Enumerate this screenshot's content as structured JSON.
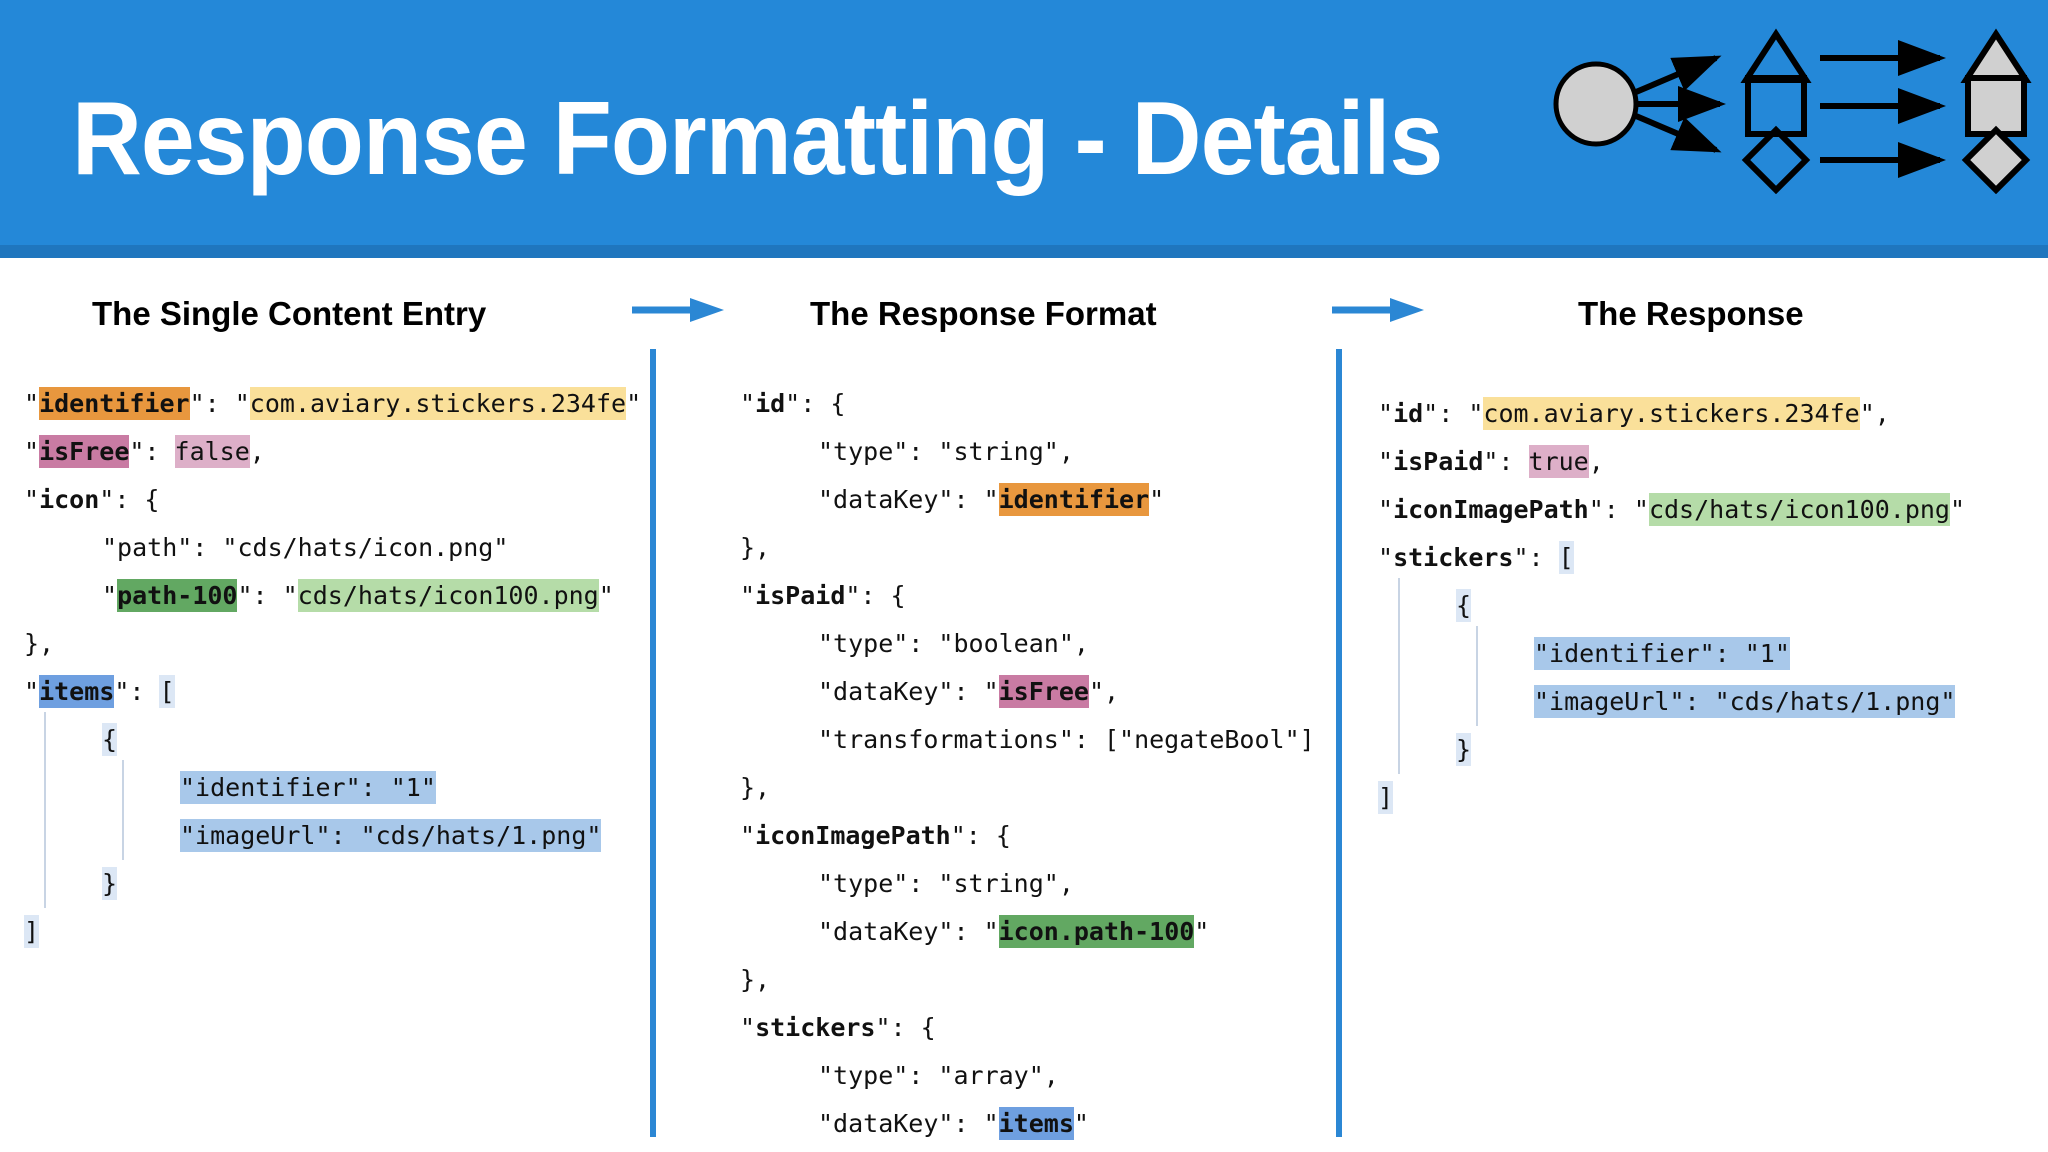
{
  "header": {
    "title": "Response Formatting - Details",
    "band_color": "#2488D8",
    "band_under_color": "#1F76BE",
    "diagram": {
      "name": "fan-out-transform-diagram",
      "source_node": "circle",
      "middle_nodes": [
        "triangle-outline",
        "square-outline",
        "diamond-outline"
      ],
      "result_nodes": [
        "triangle-filled",
        "square-filled",
        "diamond-filled"
      ],
      "node_fill": "#D0D0D0",
      "stroke": "#000000"
    }
  },
  "connectors": {
    "arrow_color": "#2B87D4",
    "arrow_1": "arrow-right",
    "arrow_2": "arrow-right"
  },
  "divider_color": "#2B87D4",
  "columns": [
    {
      "id": "single-content-entry",
      "heading": "The Single Content Entry",
      "lines": [
        {
          "indent": 0,
          "parts": [
            {
              "t": "\"",
              "hl": null
            },
            {
              "t": "identifier",
              "hl": "orange-key",
              "bold": true
            },
            {
              "t": "\": \"",
              "hl": null
            },
            {
              "t": "com.aviary.stickers.234fe",
              "hl": "orange-val"
            },
            {
              "t": "\"",
              "hl": null
            }
          ]
        },
        {
          "indent": 0,
          "parts": [
            {
              "t": "\"",
              "hl": null
            },
            {
              "t": "isFree",
              "hl": "pink-key",
              "bold": true
            },
            {
              "t": "\": ",
              "hl": null
            },
            {
              "t": "false",
              "hl": "pink-val"
            },
            {
              "t": ",",
              "hl": null
            }
          ]
        },
        {
          "indent": 0,
          "parts": [
            {
              "t": "\"",
              "hl": null
            },
            {
              "t": "icon",
              "hl": null,
              "bold": true
            },
            {
              "t": "\": {",
              "hl": null
            }
          ]
        },
        {
          "indent": 1,
          "parts": [
            {
              "t": "\"path\": \"cds/hats/icon.png\"",
              "hl": null
            }
          ]
        },
        {
          "indent": 1,
          "parts": [
            {
              "t": "\"",
              "hl": null
            },
            {
              "t": "path-100",
              "hl": "green-key",
              "bold": true
            },
            {
              "t": "\": \"",
              "hl": null
            },
            {
              "t": "cds/hats/icon100.png",
              "hl": "green-val"
            },
            {
              "t": "\"",
              "hl": null
            }
          ]
        },
        {
          "indent": 0,
          "parts": [
            {
              "t": "},",
              "hl": null
            }
          ]
        },
        {
          "indent": 0,
          "parts": [
            {
              "t": "\"",
              "hl": null
            },
            {
              "t": "items",
              "hl": "blue-key",
              "bold": true
            },
            {
              "t": "\": ",
              "hl": null
            },
            {
              "t": "[",
              "hl": "blue-faint"
            }
          ]
        },
        {
          "indent": 1,
          "guides": [
            1
          ],
          "parts": [
            {
              "t": "{",
              "hl": "blue-faint"
            }
          ]
        },
        {
          "indent": 2,
          "guides": [
            1,
            2
          ],
          "parts": [
            {
              "t": "\"identifier\": \"1\"",
              "hl": "blue-block"
            }
          ]
        },
        {
          "indent": 2,
          "guides": [
            1,
            2
          ],
          "parts": [
            {
              "t": "\"imageUrl\": \"cds/hats/1.png\"",
              "hl": "blue-block"
            }
          ]
        },
        {
          "indent": 1,
          "guides": [
            1
          ],
          "parts": [
            {
              "t": "}",
              "hl": "blue-faint"
            }
          ]
        },
        {
          "indent": 0,
          "parts": [
            {
              "t": "]",
              "hl": "blue-faint"
            }
          ]
        }
      ]
    },
    {
      "id": "response-format",
      "heading": "The Response Format",
      "lines": [
        {
          "indent": 0,
          "parts": [
            {
              "t": "\"",
              "hl": null
            },
            {
              "t": "id",
              "hl": null,
              "bold": true
            },
            {
              "t": "\": {",
              "hl": null
            }
          ]
        },
        {
          "indent": 1,
          "parts": [
            {
              "t": "\"type\": \"string\",",
              "hl": null
            }
          ]
        },
        {
          "indent": 1,
          "parts": [
            {
              "t": "\"dataKey\": \"",
              "hl": null
            },
            {
              "t": "identifier",
              "hl": "orange-key",
              "bold": true
            },
            {
              "t": "\"",
              "hl": null
            }
          ]
        },
        {
          "indent": 0,
          "parts": [
            {
              "t": "},",
              "hl": null
            }
          ]
        },
        {
          "indent": 0,
          "parts": [
            {
              "t": "\"",
              "hl": null
            },
            {
              "t": "isPaid",
              "hl": null,
              "bold": true
            },
            {
              "t": "\": {",
              "hl": null
            }
          ]
        },
        {
          "indent": 1,
          "parts": [
            {
              "t": "\"type\": \"boolean\",",
              "hl": null
            }
          ]
        },
        {
          "indent": 1,
          "parts": [
            {
              "t": "\"dataKey\": \"",
              "hl": null
            },
            {
              "t": "isFree",
              "hl": "pink-key",
              "bold": true
            },
            {
              "t": "\",",
              "hl": null
            }
          ]
        },
        {
          "indent": 1,
          "parts": [
            {
              "t": "\"transformations\": [\"negateBool\"]",
              "hl": null
            }
          ]
        },
        {
          "indent": 0,
          "parts": [
            {
              "t": "},",
              "hl": null
            }
          ]
        },
        {
          "indent": 0,
          "parts": [
            {
              "t": "\"",
              "hl": null
            },
            {
              "t": "iconImagePath",
              "hl": null,
              "bold": true
            },
            {
              "t": "\": {",
              "hl": null
            }
          ]
        },
        {
          "indent": 1,
          "parts": [
            {
              "t": "\"type\": \"string\",",
              "hl": null
            }
          ]
        },
        {
          "indent": 1,
          "parts": [
            {
              "t": "\"dataKey\": \"",
              "hl": null
            },
            {
              "t": "icon.path-100",
              "hl": "green-key",
              "bold": true
            },
            {
              "t": "\"",
              "hl": null
            }
          ]
        },
        {
          "indent": 0,
          "parts": [
            {
              "t": "},",
              "hl": null
            }
          ]
        },
        {
          "indent": 0,
          "parts": [
            {
              "t": "\"",
              "hl": null
            },
            {
              "t": "stickers",
              "hl": null,
              "bold": true
            },
            {
              "t": "\": {",
              "hl": null
            }
          ]
        },
        {
          "indent": 1,
          "parts": [
            {
              "t": "\"type\": \"array\",",
              "hl": null
            }
          ]
        },
        {
          "indent": 1,
          "parts": [
            {
              "t": "\"dataKey\": \"",
              "hl": null
            },
            {
              "t": "items",
              "hl": "blue-key",
              "bold": true
            },
            {
              "t": "\"",
              "hl": null
            }
          ]
        }
      ]
    },
    {
      "id": "response",
      "heading": "The Response",
      "lines": [
        {
          "indent": 0,
          "parts": [
            {
              "t": "\"",
              "hl": null
            },
            {
              "t": "id",
              "hl": null,
              "bold": true
            },
            {
              "t": "\": \"",
              "hl": null
            },
            {
              "t": "com.aviary.stickers.234fe",
              "hl": "orange-val"
            },
            {
              "t": "\",",
              "hl": null
            }
          ]
        },
        {
          "indent": 0,
          "parts": [
            {
              "t": "\"",
              "hl": null
            },
            {
              "t": "isPaid",
              "hl": null,
              "bold": true
            },
            {
              "t": "\": ",
              "hl": null
            },
            {
              "t": "true",
              "hl": "pink-val"
            },
            {
              "t": ",",
              "hl": null
            }
          ]
        },
        {
          "indent": 0,
          "parts": [
            {
              "t": "\"",
              "hl": null
            },
            {
              "t": "iconImagePath",
              "hl": null,
              "bold": true
            },
            {
              "t": "\": \"",
              "hl": null
            },
            {
              "t": "cds/hats/icon100.png",
              "hl": "green-val"
            },
            {
              "t": "\"",
              "hl": null
            }
          ]
        },
        {
          "indent": 0,
          "parts": [
            {
              "t": "\"",
              "hl": null
            },
            {
              "t": "stickers",
              "hl": null,
              "bold": true
            },
            {
              "t": "\": ",
              "hl": null
            },
            {
              "t": "[",
              "hl": "blue-faint"
            }
          ]
        },
        {
          "indent": 1,
          "guides": [
            1
          ],
          "parts": [
            {
              "t": "{",
              "hl": "blue-faint"
            }
          ]
        },
        {
          "indent": 2,
          "guides": [
            1,
            2
          ],
          "parts": [
            {
              "t": "\"identifier\": \"1\"",
              "hl": "blue-block"
            }
          ]
        },
        {
          "indent": 2,
          "guides": [
            1,
            2
          ],
          "parts": [
            {
              "t": "\"imageUrl\": \"cds/hats/1.png\"",
              "hl": "blue-block"
            }
          ]
        },
        {
          "indent": 1,
          "guides": [
            1
          ],
          "parts": [
            {
              "t": "}",
              "hl": "blue-faint"
            }
          ]
        },
        {
          "indent": 0,
          "parts": [
            {
              "t": "]",
              "hl": "blue-faint"
            }
          ]
        }
      ]
    }
  ],
  "highlight_colors": {
    "orange-key": "#E8973E",
    "orange-val": "#FAE09A",
    "pink-key": "#C97BA3",
    "pink-val": "#DDAFC8",
    "green-key": "#62A862",
    "green-val": "#B5DCA8",
    "blue-key": "#6E9FE0",
    "blue-block": "#A8C8EA",
    "blue-faint": "#DCE7F5"
  }
}
